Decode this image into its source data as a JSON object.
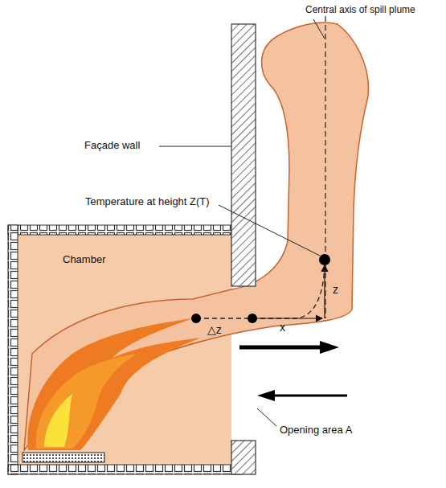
{
  "diagram": {
    "labels": [
      "Central axis of spill plume",
      "Façade wall",
      "Temperature at height Z(T)",
      "Chamber",
      "△z",
      "x",
      "z",
      "Opening area A"
    ]
  }
}
